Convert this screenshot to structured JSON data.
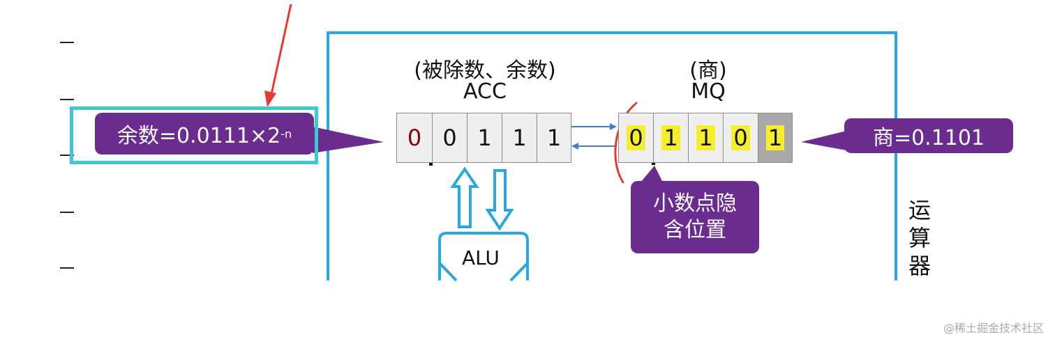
{
  "diagram": {
    "acc_caption": "(被除数、余数)",
    "acc_label": "ACC",
    "acc_bits": [
      "0",
      "0",
      "1",
      "1",
      "1"
    ],
    "mq_caption": "(商)",
    "mq_label": "MQ",
    "mq_bits": [
      "0",
      "1",
      "1",
      "0",
      "1"
    ],
    "alu_label": "ALU",
    "remainder_callout": "余数=0.0111×2",
    "remainder_exp": "-n",
    "quotient_callout": "商=0.1101",
    "point_callout_line1": "小数点隐",
    "point_callout_line2": "含位置",
    "unit_label_chars": [
      "运",
      "算",
      "器"
    ]
  },
  "watermark": "@稀土掘金技术社区",
  "colors": {
    "frame": "#29a8e0",
    "callout": "#6a2c8e",
    "highlight_box": "#3cc8d4",
    "red_arrow": "#e53935",
    "bit_highlight": "#f6ee2a"
  }
}
